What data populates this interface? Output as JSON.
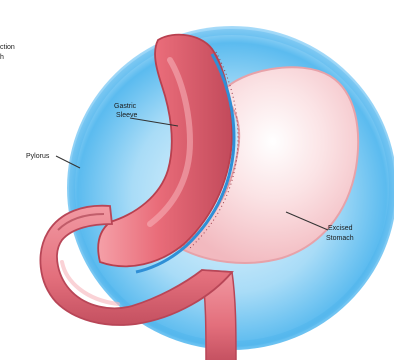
{
  "labels": {
    "edge_line_1": "ction",
    "edge_line_2": "h",
    "gastric_sleeve_1": "Gastric",
    "gastric_sleeve_2": "Sleeve",
    "pylorus": "Pylorus",
    "excised_1": "Excised",
    "excised_2": "Stomach"
  },
  "colors": {
    "background": "#ffffff",
    "halo_outer": "#d8f0ff",
    "halo_mid": "#9fd7f5",
    "halo_inner": "#58b8ec",
    "sleeve": "#e9707c",
    "sleeve_dark": "#c04657",
    "sleeve_light": "#f6a5ad",
    "excised": "#f5cfd3",
    "excised_center": "#ffffff",
    "staple_line": "#2f8fd6"
  }
}
